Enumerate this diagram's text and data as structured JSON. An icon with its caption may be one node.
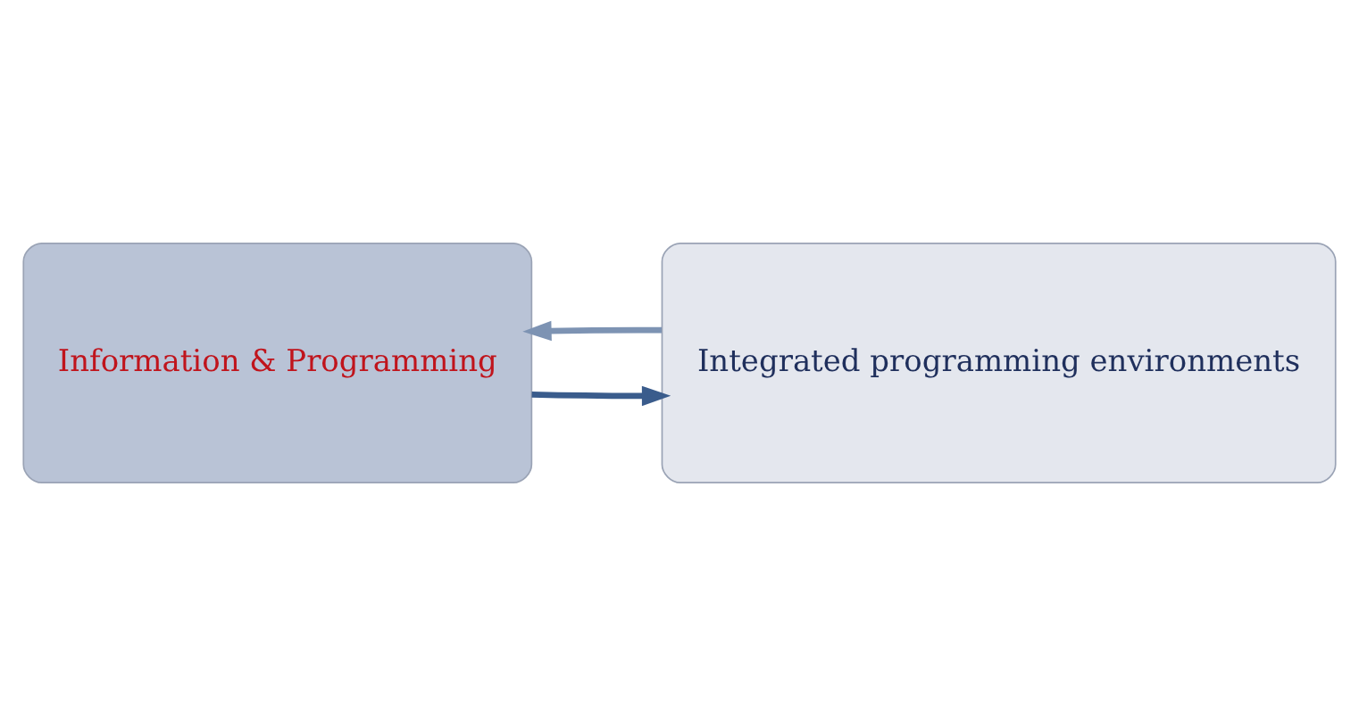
{
  "diagram": {
    "nodes": [
      {
        "text": [
          "Information & Programming"
        ]
      },
      {
        "text": [
          "Integrated programming environments"
        ]
      }
    ],
    "edges": [
      {
        "from": 0,
        "to": 1,
        "arrow": "to",
        "color": "#3a5c8c"
      },
      {
        "from": 1,
        "to": 0,
        "arrow": "to",
        "color": "#7d93b3"
      }
    ]
  }
}
